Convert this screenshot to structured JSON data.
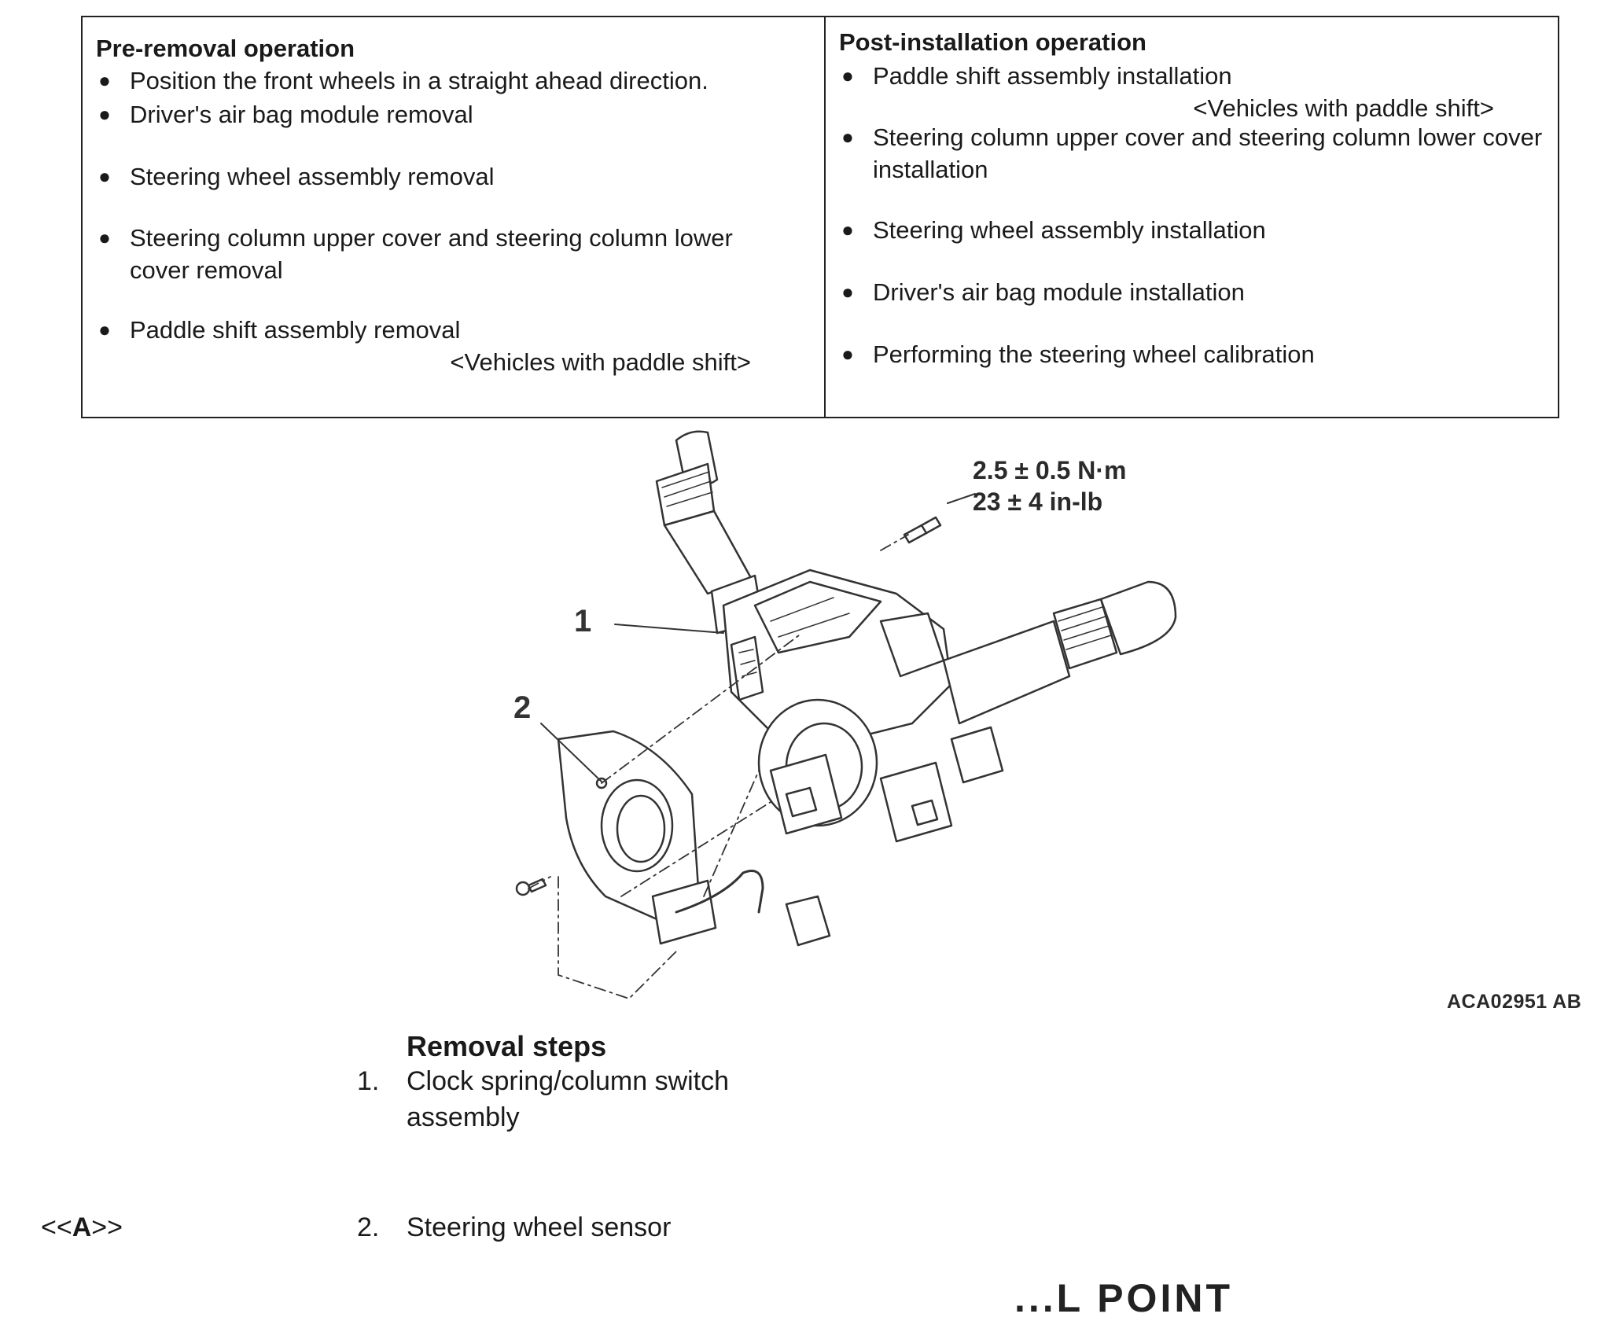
{
  "pre_removal": {
    "heading": "Pre-removal operation",
    "items": [
      {
        "text": "Position the front wheels in a straight ahead direction."
      },
      {
        "text": "Driver's air bag module removal"
      },
      {
        "text": "Steering wheel assembly removal"
      },
      {
        "text": "Steering column upper cover and steering column lower cover removal"
      },
      {
        "text": "Paddle shift assembly removal",
        "note": "<Vehicles with paddle shift>"
      }
    ]
  },
  "post_installation": {
    "heading": "Post-installation operation",
    "items": [
      {
        "text": "Paddle shift assembly installation",
        "note": "<Vehicles with paddle shift>"
      },
      {
        "text": "Steering column upper cover and steering column lower cover installation"
      },
      {
        "text": "Steering wheel assembly installation"
      },
      {
        "text": "Driver's air bag module installation"
      },
      {
        "text": "Performing the steering wheel calibration"
      }
    ]
  },
  "bullet_glyph": "●",
  "figure": {
    "torque_metric": "2.5 ± 0.5 N·m",
    "torque_imperial": "23 ± 4 in-lb",
    "callouts": [
      "1",
      "2"
    ],
    "code": "ACA02951 AB"
  },
  "removal_steps": {
    "heading": "Removal steps",
    "steps": [
      {
        "number": "1.",
        "text": "Clock spring/column switch assembly"
      },
      {
        "number": "2.",
        "text": "Steering wheel sensor",
        "ref_open": "<<",
        "ref": "A",
        "ref_close": ">>"
      }
    ]
  },
  "footer_fragment": "...L POINT"
}
